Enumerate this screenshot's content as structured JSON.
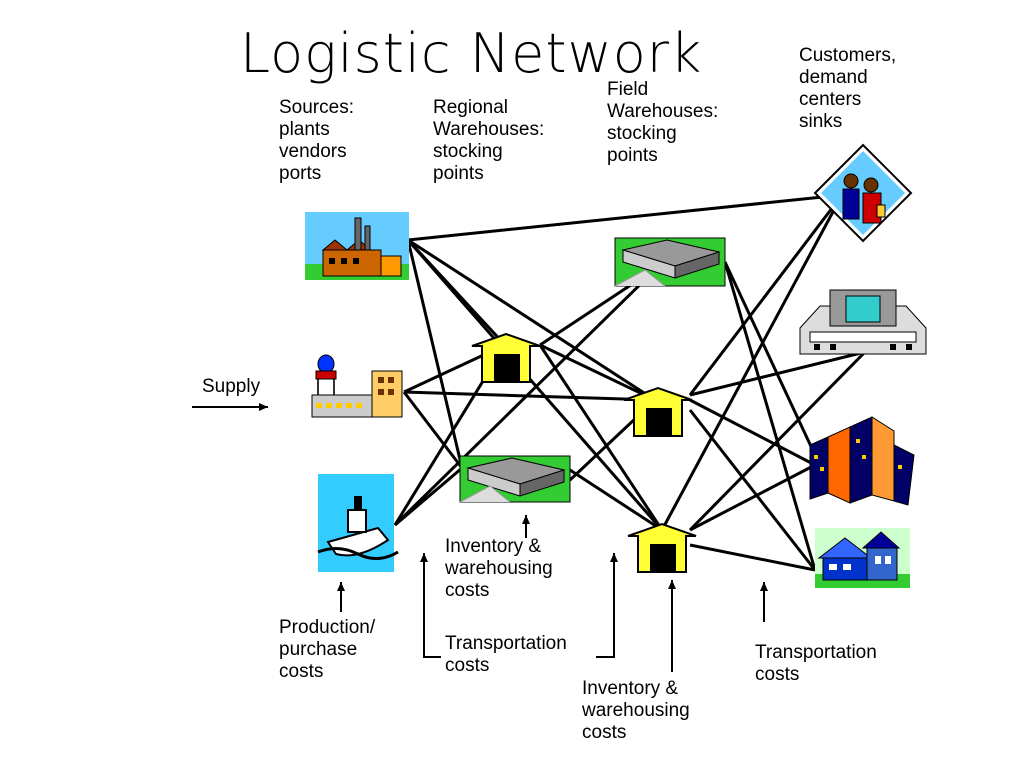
{
  "title": "Logistic Network",
  "headers": {
    "sources": [
      "Sources:",
      "plants",
      "vendors",
      "ports"
    ],
    "regional": [
      "Regional",
      "Warehouses:",
      "stocking",
      "points"
    ],
    "field": [
      "Field",
      "Warehouses:",
      "stocking",
      "points"
    ],
    "customers": [
      "Customers,",
      "demand",
      "centers",
      "sinks"
    ]
  },
  "supply_label": "Supply",
  "cost_labels": {
    "production": [
      "Production/",
      "purchase",
      "costs"
    ],
    "inventory_1": [
      "Inventory &",
      "warehousing",
      "costs"
    ],
    "transportation_1": [
      "Transportation",
      "costs"
    ],
    "inventory_2": [
      "Inventory &",
      "warehousing",
      "costs"
    ],
    "transportation_2": [
      "Transportation",
      "costs"
    ]
  },
  "icons": {
    "sources": [
      "factory-icon",
      "water-tower-plant-icon",
      "ship-port-icon"
    ],
    "regional": [
      "warehouse-arrow-icon",
      "warehouse-building-icon"
    ],
    "field": [
      "warehouse-building-icon",
      "warehouse-arrow-icon",
      "warehouse-arrow-icon"
    ],
    "customers": [
      "people-icon",
      "mall-icon",
      "city-icon",
      "house-icon"
    ]
  },
  "colors": {
    "arrow_fill": "#ffff33",
    "grass": "#33cc33",
    "sky": "#66ccff"
  }
}
